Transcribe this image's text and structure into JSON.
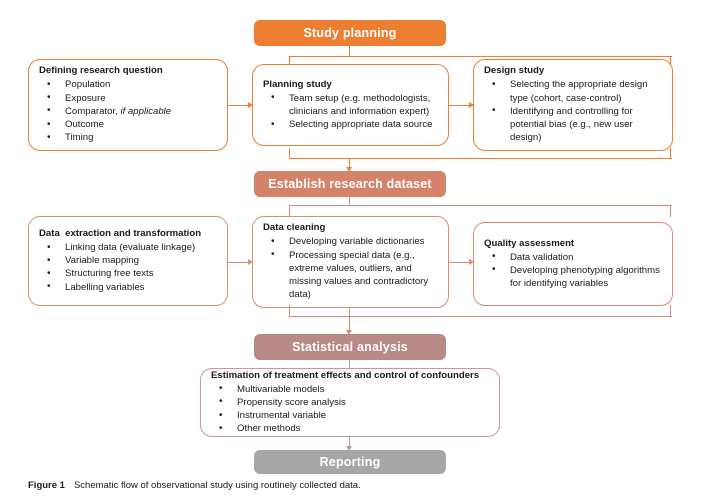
{
  "figure": {
    "label": "Figure 1",
    "caption": "Schematic flow of observational study using routinely collected data."
  },
  "colors": {
    "orange": "#ED7D31",
    "salmon": "#D4826A",
    "salmon_border": "#D98C77",
    "rose": "#B88A85",
    "rose_border": "#C59B96",
    "gray": "#A6A6A6",
    "text": "#1a1a1a",
    "bar_text": "#ffffff"
  },
  "stages": {
    "planning": "Study planning",
    "dataset": "Establish research dataset",
    "analysis": "Statistical analysis",
    "reporting": "Reporting"
  },
  "row1": [
    {
      "title": "Defining research question",
      "items": [
        {
          "text": "Population"
        },
        {
          "text": "Exposure"
        },
        {
          "text": "Comparator, ",
          "italic": "if applicable"
        },
        {
          "text": "Outcome"
        },
        {
          "text": "Timing"
        }
      ]
    },
    {
      "title": "Planning study",
      "items": [
        {
          "text": "Team setup (e.g.  methodologists, clinicians and information expert)"
        },
        {
          "text": "Selecting appropriate data source"
        }
      ]
    },
    {
      "title": "Design study",
      "items": [
        {
          "text": "Selecting the appropriate design type (cohort, case-control)"
        },
        {
          "text": "Identifying and controlling for potential bias (e.g., new user design)"
        }
      ]
    }
  ],
  "row2": [
    {
      "title": "Data  extraction and transformation",
      "items": [
        {
          "text": "Linking data (evaluate linkage)"
        },
        {
          "text": "Variable mapping"
        },
        {
          "text": "Structuring free texts"
        },
        {
          "text": "Labelling variables"
        }
      ]
    },
    {
      "title": "Data cleaning",
      "items": [
        {
          "text": "Developing variable dictionaries"
        },
        {
          "text": "Processing special data (e.g., extreme values, outliers, and missing values and contradictory data)"
        }
      ]
    },
    {
      "title": "Quality assessment",
      "items": [
        {
          "text": "Data validation"
        },
        {
          "text": "Developing phenotyping algorithms for identifying variables"
        }
      ]
    }
  ],
  "row3": {
    "title": "Estimation of treatment effects and control of confounders",
    "items": [
      {
        "text": "Multivariable models"
      },
      {
        "text": "Propensity score analysis"
      },
      {
        "text": "Instrumental variable"
      },
      {
        "text": "Other methods"
      }
    ]
  }
}
